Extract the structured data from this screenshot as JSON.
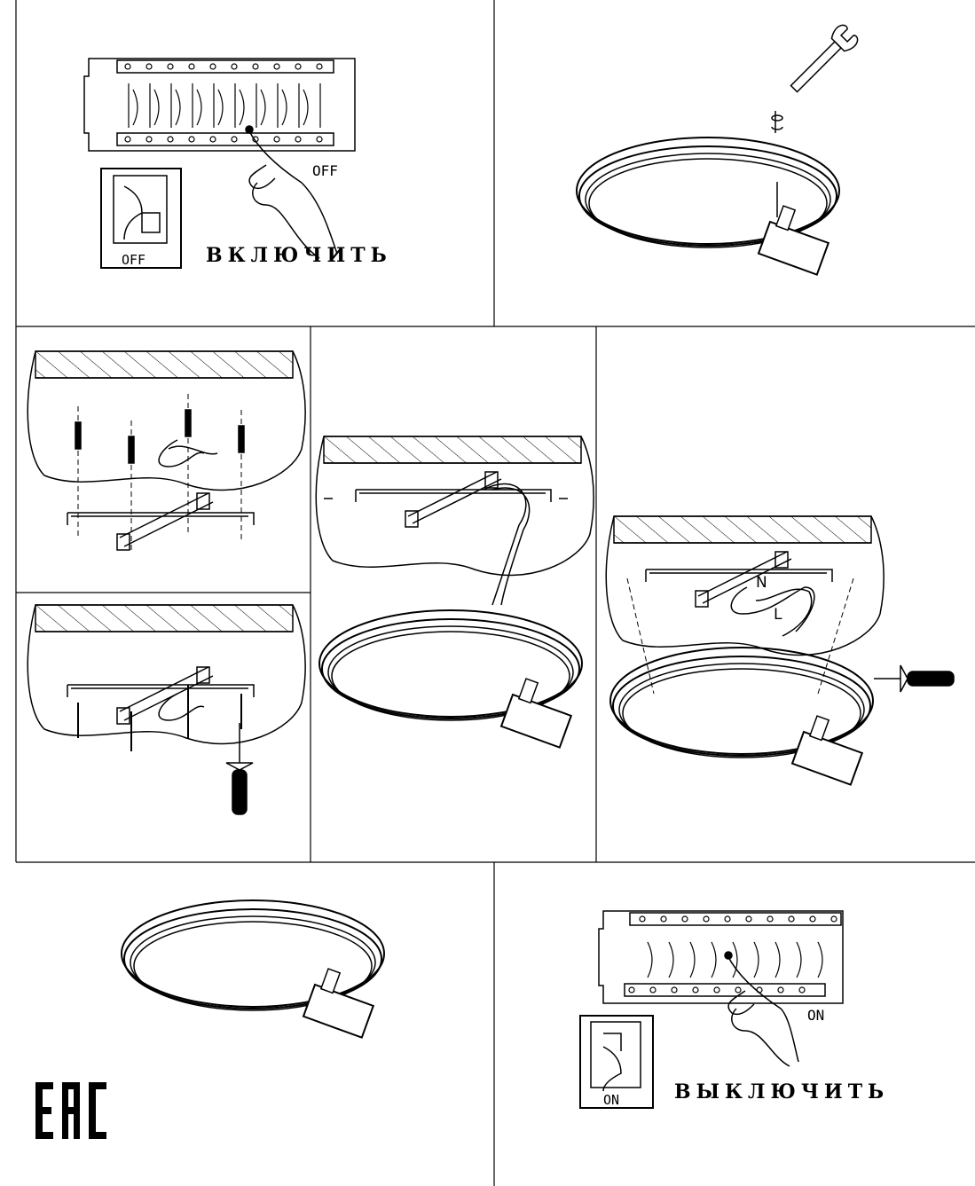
{
  "step1": {
    "breaker_label": "OFF",
    "switch_label": "OFF",
    "caption": "ВКЛЮЧИТЬ"
  },
  "step6": {
    "neutral_label": "N",
    "live_label": "L"
  },
  "step8": {
    "breaker_label": "ON",
    "switch_label": "ON",
    "caption": "ВЫКЛЮЧИТЬ"
  },
  "logo": {
    "text": "EAC"
  },
  "colors": {
    "line": "#000000",
    "background": "#ffffff"
  }
}
